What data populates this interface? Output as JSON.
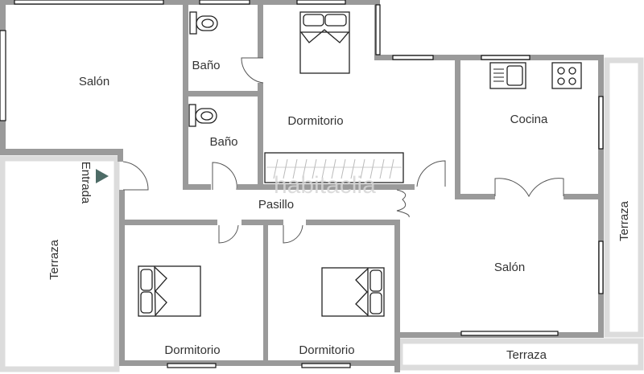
{
  "title": "Plano de vivienda",
  "watermark": "habitaclia",
  "rooms": {
    "salon_1": "Salón",
    "bano_1": "Baño",
    "bano_2": "Baño",
    "dormitorio_1": "Dormitorio",
    "cocina": "Cocina",
    "pasillo": "Pasillo",
    "entrada": "Entrada",
    "terraza_left": "Terraza",
    "terraza_right": "Terraza",
    "terraza_bottom": "Terraza",
    "salon_2": "Salón",
    "dormitorio_2": "Dormitorio",
    "dormitorio_3": "Dormitorio"
  },
  "colors": {
    "wall": "#9a9a9a",
    "terrace": "#dcdcdc",
    "entrance_marker": "#4d6b66"
  }
}
